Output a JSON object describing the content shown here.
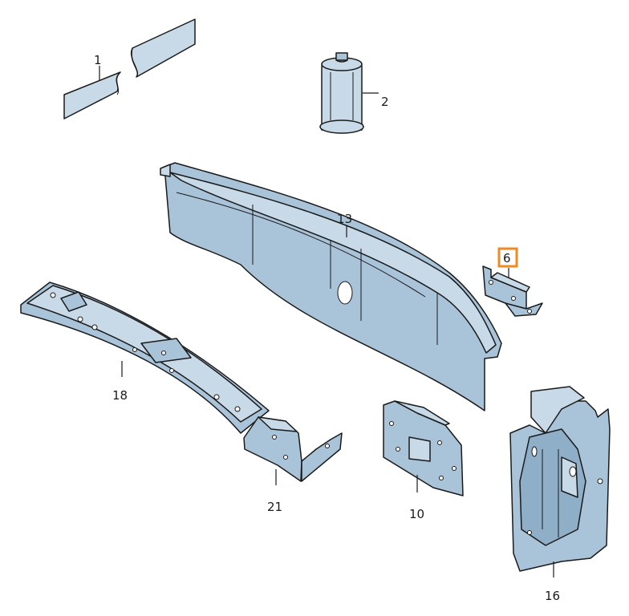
{
  "callouts": {
    "c1": "1",
    "c2": "2",
    "c6": "6",
    "c10": "10",
    "c13": "13",
    "c16": "16",
    "c18": "18",
    "c21": "21"
  },
  "highlighted_callout": "6",
  "colors": {
    "part": "#a9c3d8",
    "part_light": "#c8d9e7",
    "outline": "#1a1a1a",
    "highlight": "#f08a24"
  }
}
